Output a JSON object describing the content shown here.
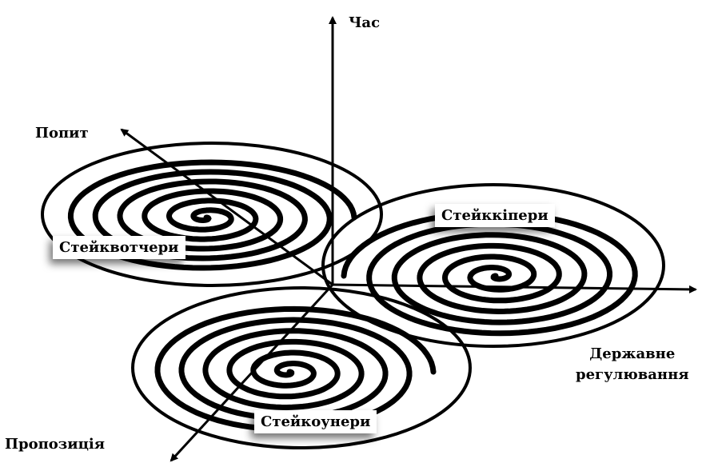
{
  "axes": {
    "time": "Час",
    "demand": "Попит",
    "state_regulation_line1": "Державне",
    "state_regulation_line2": "регулювання",
    "proposition": "Пропозиція"
  },
  "groups": {
    "stakevotchers": "Стейквотчери",
    "stakekeepers": "Стейккіпери",
    "stakeowners": "Стейкоунери"
  },
  "colors": {
    "line": "#000000",
    "background": "#ffffff"
  }
}
